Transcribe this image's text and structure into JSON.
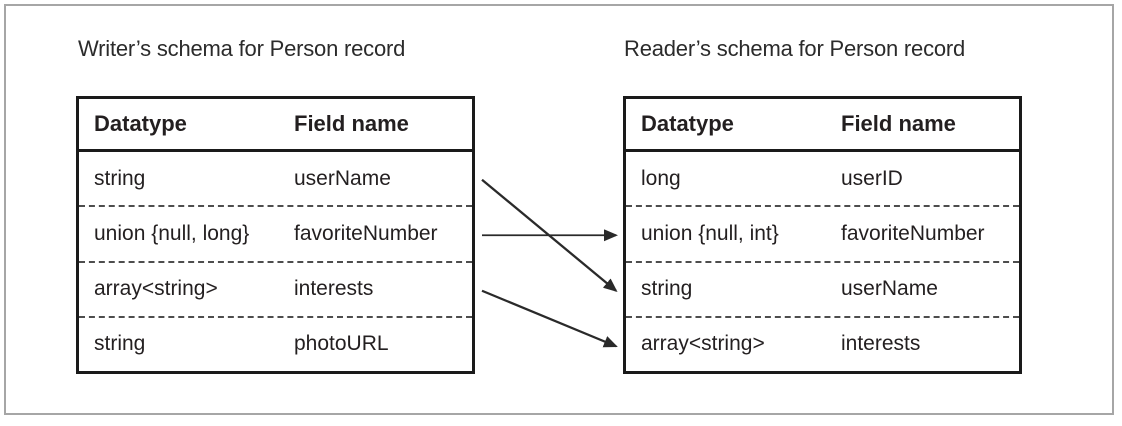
{
  "diagram": {
    "writer": {
      "title": "Writer’s schema for Person record",
      "columns": [
        "Datatype",
        "Field name"
      ],
      "rows": [
        {
          "datatype": "string",
          "field": "userName"
        },
        {
          "datatype": "union {null, long}",
          "field": "favoriteNumber"
        },
        {
          "datatype": "array<string>",
          "field": "interests"
        },
        {
          "datatype": "string",
          "field": "photoURL"
        }
      ]
    },
    "reader": {
      "title": "Reader’s schema for Person record",
      "columns": [
        "Datatype",
        "Field name"
      ],
      "rows": [
        {
          "datatype": "long",
          "field": "userID"
        },
        {
          "datatype": "union {null, int}",
          "field": "favoriteNumber"
        },
        {
          "datatype": "string",
          "field": "userName"
        },
        {
          "datatype": "array<string>",
          "field": "interests"
        }
      ]
    },
    "arrows": [
      {
        "from_field": "userName",
        "from_row": 0,
        "to_field": "userName",
        "to_row": 2
      },
      {
        "from_field": "favoriteNumber",
        "from_row": 1,
        "to_field": "favoriteNumber",
        "to_row": 1
      },
      {
        "from_field": "interests",
        "from_row": 2,
        "to_field": "interests",
        "to_row": 3
      }
    ],
    "colors": {
      "text": "#231f20",
      "table_border": "#1a1a1a",
      "dashed_divider": "#4d4d4d",
      "frame_border": "#a6a6a6",
      "arrow": "#2a2a2a",
      "background": "#ffffff"
    }
  }
}
